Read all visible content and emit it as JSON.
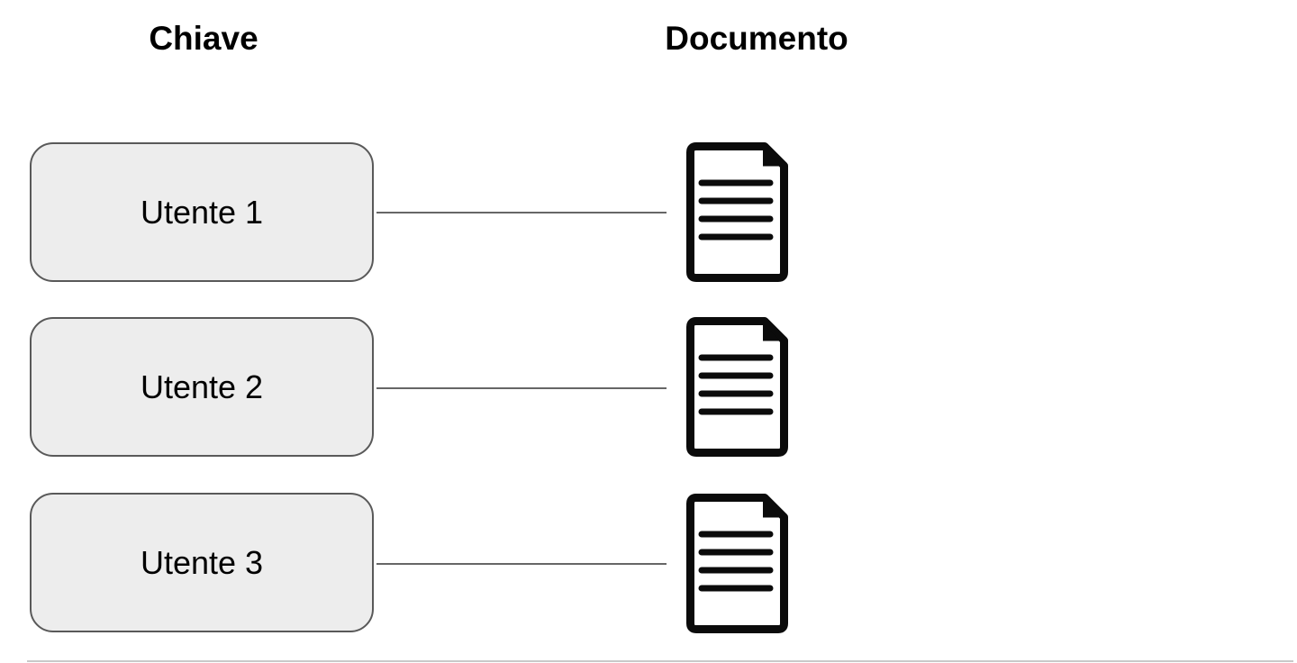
{
  "diagram": {
    "title_implicit": "key-to-document mapping",
    "column_headers": [
      {
        "label": "Chiave"
      },
      {
        "label": "Documento"
      }
    ],
    "rows": [
      {
        "key_label": "Utente 1",
        "value_icon": "document-icon"
      },
      {
        "key_label": "Utente 2",
        "value_icon": "document-icon"
      },
      {
        "key_label": "Utente 3",
        "value_icon": "document-icon"
      }
    ],
    "colors": {
      "background": "#ffffff",
      "box_fill": "#ededed",
      "box_border": "#595959",
      "connector_line": "#666666",
      "icon": "#0b0b0b",
      "text": "#000000",
      "crop_edge_artifact": "#c9c9c9"
    }
  }
}
